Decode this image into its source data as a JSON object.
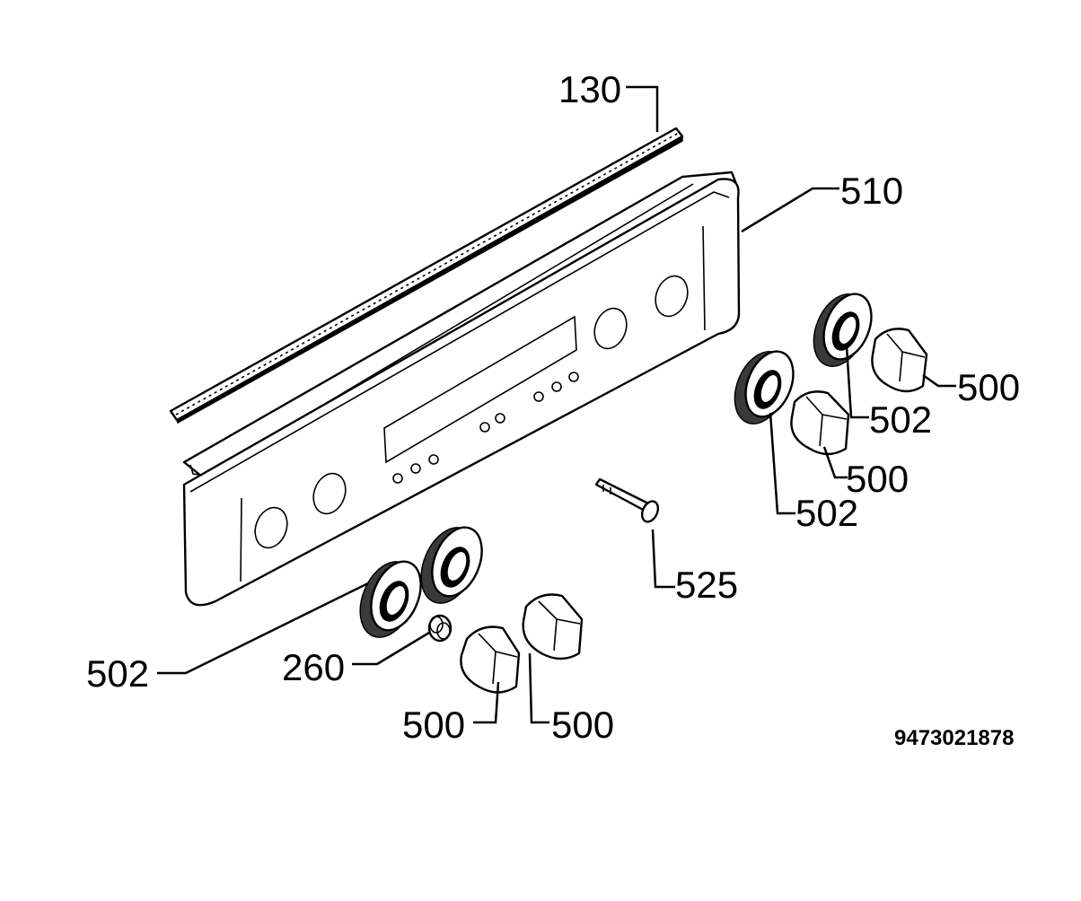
{
  "diagram": {
    "labels": {
      "strip": "130",
      "panel": "510",
      "bezel_right_top": "502",
      "knob_right_top": "500",
      "bezel_right_bottom": "502",
      "knob_right_bottom": "500",
      "pin": "525",
      "bezel_left": "502",
      "spring": "260",
      "knob_left_a": "500",
      "knob_left_b": "500"
    },
    "document_id": "9473021878"
  }
}
